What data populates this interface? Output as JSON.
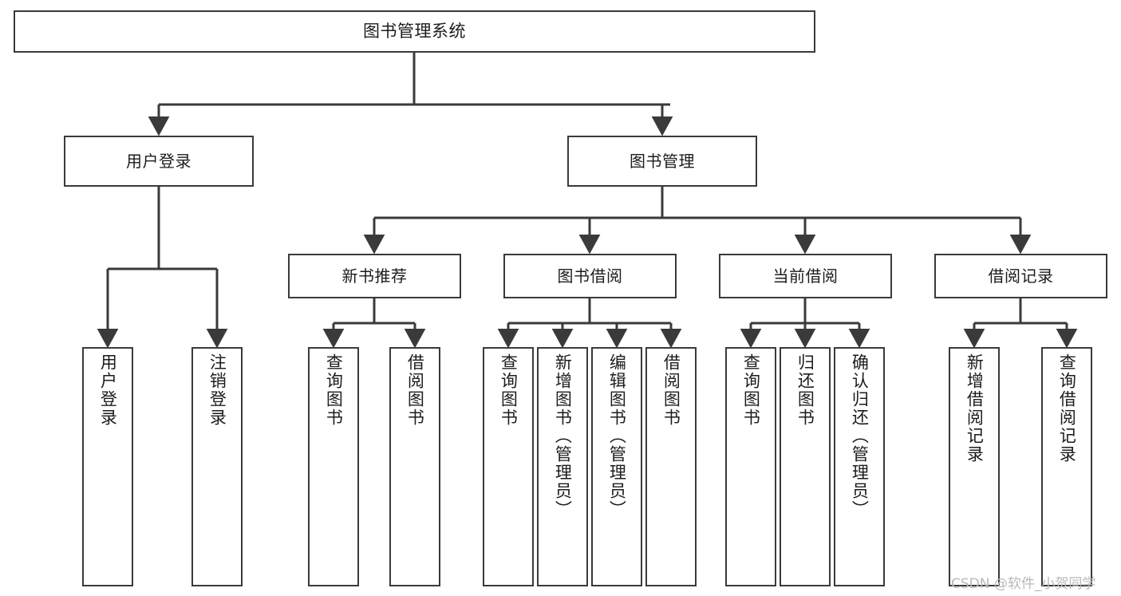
{
  "diagram": {
    "title": "图书管理系统",
    "type": "tree",
    "watermark": "CSDN @软件_小贺同学",
    "colors": {
      "node_border": "#3a3a3a",
      "node_fill": "#ffffff",
      "edge": "#3a3a3a",
      "text": "#1c1c1c",
      "watermark": "#b9b9b9"
    },
    "nodes": {
      "root": {
        "label": "图书管理系统"
      },
      "level2": [
        {
          "id": "user-login",
          "label": "用户登录"
        },
        {
          "id": "book-manage",
          "label": "图书管理"
        }
      ],
      "level3": [
        {
          "id": "new-book-recommend",
          "label": "新书推荐"
        },
        {
          "id": "book-borrow",
          "label": "图书借阅"
        },
        {
          "id": "current-borrow",
          "label": "当前借阅"
        },
        {
          "id": "borrow-record",
          "label": "借阅记录"
        }
      ],
      "leaves": {
        "user-login": [
          {
            "id": "leaf-user-login",
            "label": "用户登录"
          },
          {
            "id": "leaf-logout-login",
            "label": "注销登录"
          }
        ],
        "new-book-recommend": [
          {
            "id": "leaf-query-book-1",
            "label": "查询图书"
          },
          {
            "id": "leaf-borrow-book-1",
            "label": "借阅图书"
          }
        ],
        "book-borrow": [
          {
            "id": "leaf-query-book-2",
            "label": "查询图书"
          },
          {
            "id": "leaf-add-book",
            "label": "新增图书（管理员）"
          },
          {
            "id": "leaf-edit-book",
            "label": "编辑图书（管理员）"
          },
          {
            "id": "leaf-borrow-book-2",
            "label": "借阅图书"
          }
        ],
        "current-borrow": [
          {
            "id": "leaf-query-book-3",
            "label": "查询图书"
          },
          {
            "id": "leaf-return-book",
            "label": "归还图书"
          },
          {
            "id": "leaf-confirm-return",
            "label": "确认归还（管理员）"
          }
        ],
        "borrow-record": [
          {
            "id": "leaf-add-record",
            "label": "新增借阅记录"
          },
          {
            "id": "leaf-query-record",
            "label": "查询借阅记录"
          }
        ]
      }
    }
  }
}
